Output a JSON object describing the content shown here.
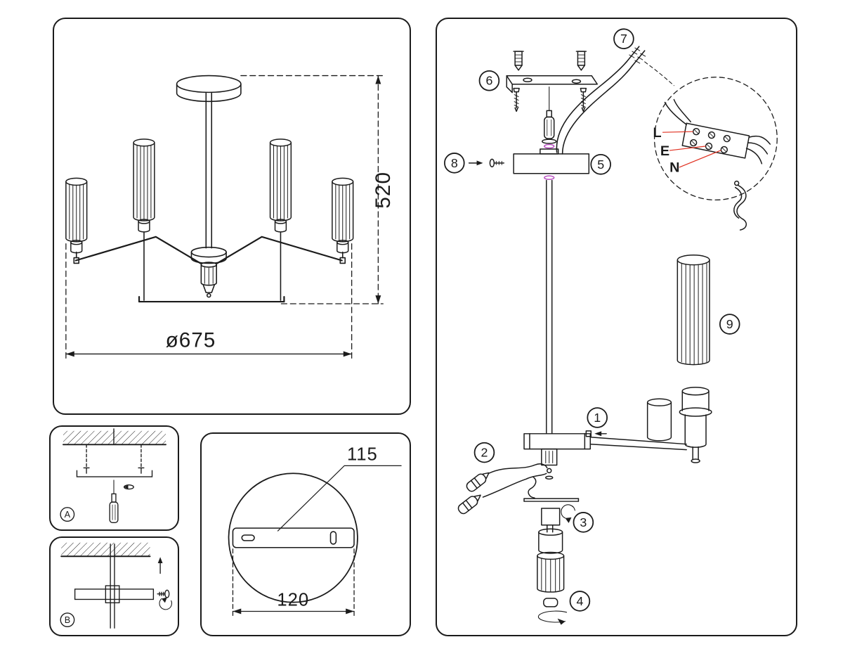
{
  "colors": {
    "line": "#1b1b1b",
    "wire_leader_red": "#e03020",
    "washer_accent_purple": "#b84fc0",
    "background": "#ffffff"
  },
  "overview": {
    "height_dim": "520",
    "diameter_dim": "ø675"
  },
  "detail_a": {
    "label": "A"
  },
  "detail_b": {
    "label": "B"
  },
  "mounting_plate": {
    "slot_spacing_dim": "115",
    "plate_width_dim": "120"
  },
  "assembly": {
    "steps": [
      "1",
      "2",
      "3",
      "4",
      "5",
      "6",
      "7",
      "8",
      "9"
    ],
    "wire_labels": [
      "L",
      "E",
      "N"
    ]
  }
}
